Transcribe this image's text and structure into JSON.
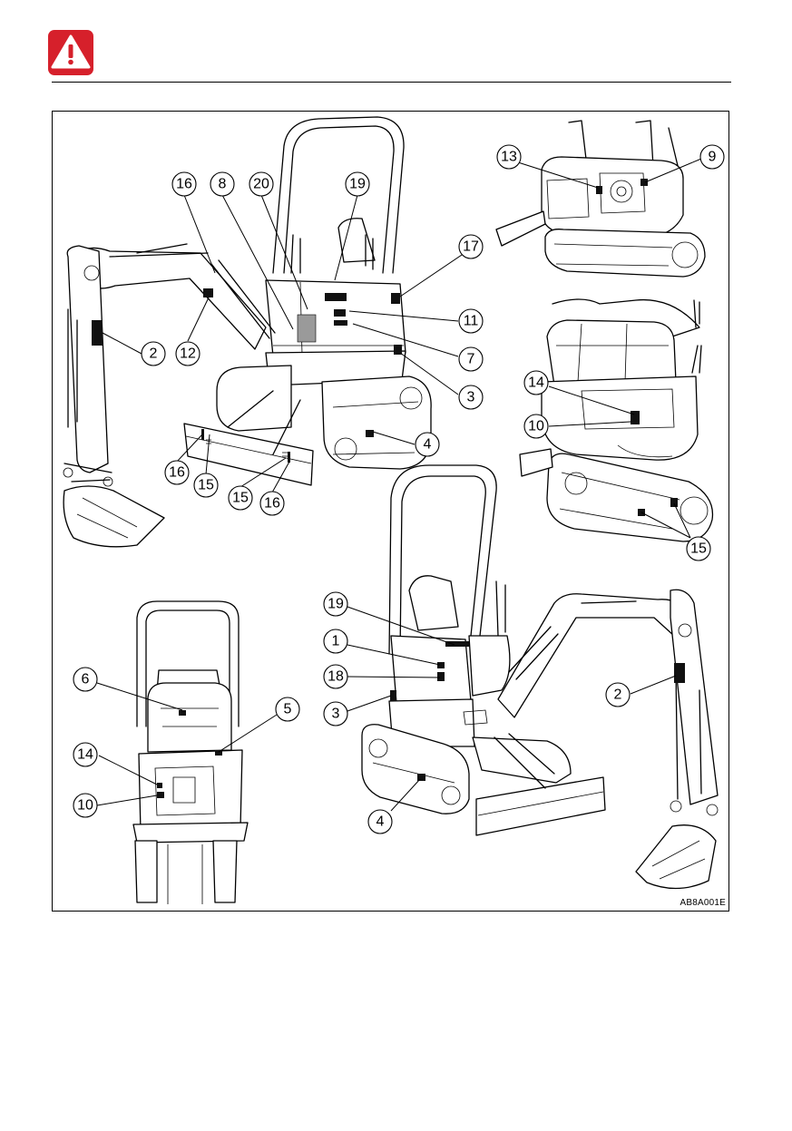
{
  "header": {
    "warning_icon": "warning-triangle-icon"
  },
  "figure": {
    "code": "AB8A001E",
    "callouts": [
      {
        "n": "16"
      },
      {
        "n": "8"
      },
      {
        "n": "20"
      },
      {
        "n": "19"
      },
      {
        "n": "17"
      },
      {
        "n": "11"
      },
      {
        "n": "7"
      },
      {
        "n": "3"
      },
      {
        "n": "2"
      },
      {
        "n": "12"
      },
      {
        "n": "4"
      },
      {
        "n": "16"
      },
      {
        "n": "15"
      },
      {
        "n": "15"
      },
      {
        "n": "16"
      },
      {
        "n": "13"
      },
      {
        "n": "9"
      },
      {
        "n": "14"
      },
      {
        "n": "10"
      },
      {
        "n": "15"
      },
      {
        "n": "6"
      },
      {
        "n": "5"
      },
      {
        "n": "14"
      },
      {
        "n": "10"
      },
      {
        "n": "19"
      },
      {
        "n": "1"
      },
      {
        "n": "18"
      },
      {
        "n": "3"
      },
      {
        "n": "2"
      },
      {
        "n": "4"
      }
    ]
  },
  "colors": {
    "warning_red": "#d6202b",
    "line": "#000000"
  }
}
